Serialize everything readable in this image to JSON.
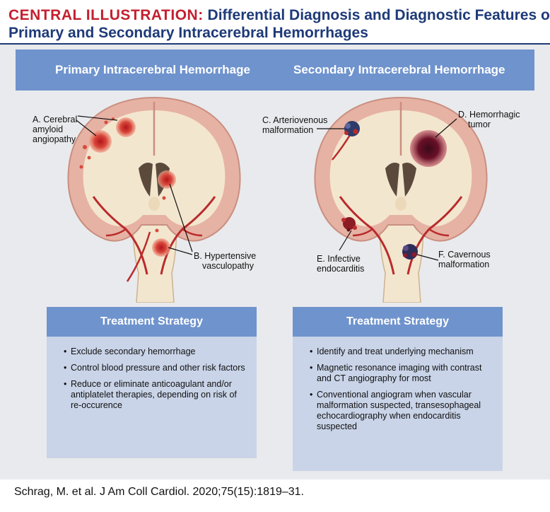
{
  "header": {
    "label": "CENTRAL ILLUSTRATION:",
    "title_line1": " Differential Diagnosis and Diagnostic Features of",
    "title_line2": "Primary and Secondary Intracerebral Hemorrhages"
  },
  "banner": {
    "left_title": "Primary Intracerebral Hemorrhage",
    "right_title": "Secondary Intracerebral Hemorrhage"
  },
  "labels": {
    "a_line1": "A. Cerebral",
    "a_line2": "amyloid",
    "a_line3": "angiopathy",
    "b_line1": "B. Hypertensive",
    "b_line2": "vasculopathy",
    "c_line1": "C. Arteriovenous",
    "c_line2": "malformation",
    "d_line1": "D. Hemorrhagic",
    "d_line2": "tumor",
    "e_line1": "E. Infective",
    "e_line2": "endocarditis",
    "f_line1": "F. Cavernous",
    "f_line2": "malformation"
  },
  "treatment_left": {
    "heading": "Treatment Strategy",
    "items": [
      "Exclude secondary hemorrhage",
      "Control blood pressure and other risk factors",
      "Reduce or eliminate anticoagulant and/or antiplatelet therapies, depending on risk of re-occurence"
    ]
  },
  "treatment_right": {
    "heading": "Treatment Strategy",
    "items": [
      "Identify and treat underlying mechanism",
      "Magnetic resonance imaging with contrast and CT angiography for most",
      "Conventional angiogram when vascular malformation suspected, transesophageal echocardiography when endocarditis suspected"
    ]
  },
  "citation": "Schrag, M. et al. J Am Coll Cardiol. 2020;75(15):1819–31.",
  "colors": {
    "navy": "#1e3a78",
    "red_label": "#c41f2f",
    "banner_blue": "#6f93cd",
    "box_light": "#c9d4e8",
    "panel_gray": "#e9eaed",
    "brain_cream": "#f3e6cf",
    "brain_outer": "#e6b2a4",
    "vessel_red": "#b92b2b"
  }
}
